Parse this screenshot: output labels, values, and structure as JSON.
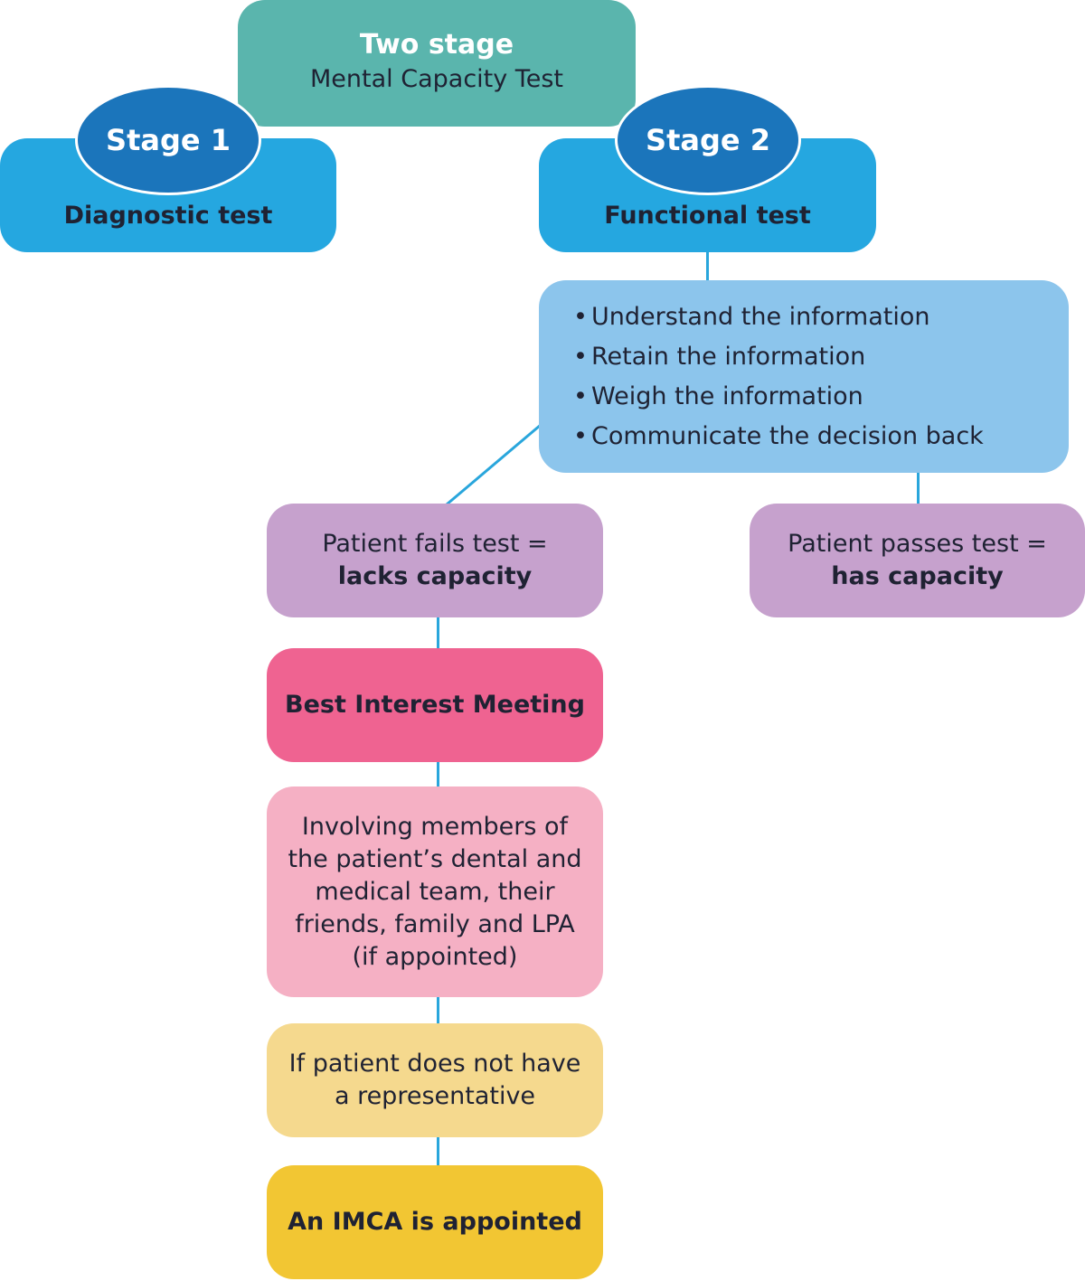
{
  "title": {
    "line1": "Two stage",
    "line2": "Mental Capacity Test"
  },
  "stage1": {
    "badge": "Stage 1",
    "label": "Diagnostic test"
  },
  "stage2": {
    "badge": "Stage 2",
    "label": "Functional test"
  },
  "functional_criteria": [
    "Understand the information",
    "Retain the information",
    "Weigh the information",
    "Communicate the decision back"
  ],
  "fails": {
    "line1": "Patient fails test =",
    "line2": "lacks capacity"
  },
  "passes": {
    "line1": "Patient passes test =",
    "line2": "has capacity"
  },
  "best_interest": "Best Interest Meeting",
  "involving": [
    "Involving members of",
    "the patient’s dental and",
    "medical team, their",
    "friends, family and LPA",
    "(if appointed)"
  ],
  "no_representative": [
    "If patient does not have",
    "a representative"
  ],
  "imca": "An IMCA is appointed",
  "colors": {
    "teal": "#5ab5ad",
    "blue": "#25a7e0",
    "dark_blue": "#1b75bb",
    "light_blue": "#8cc5ec",
    "purple": "#c6a1cd",
    "pink": "#ef6391",
    "light_pink": "#f5b0c4",
    "light_yellow": "#f5d98e",
    "yellow": "#f2c633",
    "connector": "#29a6dc"
  }
}
